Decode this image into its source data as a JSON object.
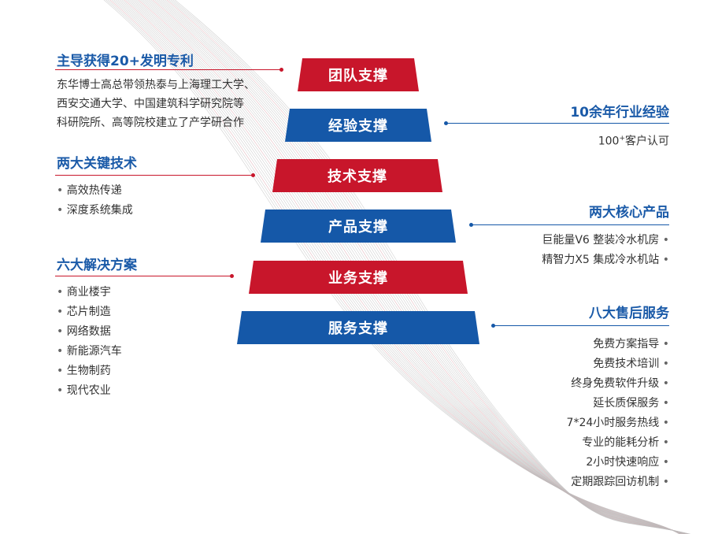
{
  "pyramid": {
    "tiers": [
      "团队支撑",
      "经验支撑",
      "技术支撑",
      "产品支撑",
      "业务支撑",
      "服务支撑"
    ],
    "colors": {
      "red": "#c8162b",
      "blue": "#1558a8"
    }
  },
  "left": {
    "patents": {
      "title": "主导获得20+发明专利",
      "lines": [
        "东华博士高总带领热泰与上海理工大学、",
        "西安交通大学、中国建筑科学研究院等",
        "科研院所、高等院校建立了产学研合作"
      ]
    },
    "tech": {
      "title": "两大关键技术",
      "items": [
        "高效热传递",
        "深度系统集成"
      ]
    },
    "solutions": {
      "title": "六大解决方案",
      "items": [
        "商业楼宇",
        "芯片制造",
        "网络数据",
        "新能源汽车",
        "生物制药",
        "现代农业"
      ]
    }
  },
  "right": {
    "experience": {
      "title": "10余年行业经验",
      "count": "100",
      "sup": "+",
      "suffix": "客户认可"
    },
    "products": {
      "title": "两大核心产品",
      "items": [
        "巨能量V6 整装冷水机房",
        "精智力X5 集成冷水机站"
      ]
    },
    "service": {
      "title": "八大售后服务",
      "items": [
        "免费方案指导",
        "免费技术培训",
        "终身免费软件升级",
        "延长质保服务",
        "7*24小时服务热线",
        "专业的能耗分析",
        "2小时快速响应",
        "定期跟踪回访机制"
      ]
    }
  }
}
